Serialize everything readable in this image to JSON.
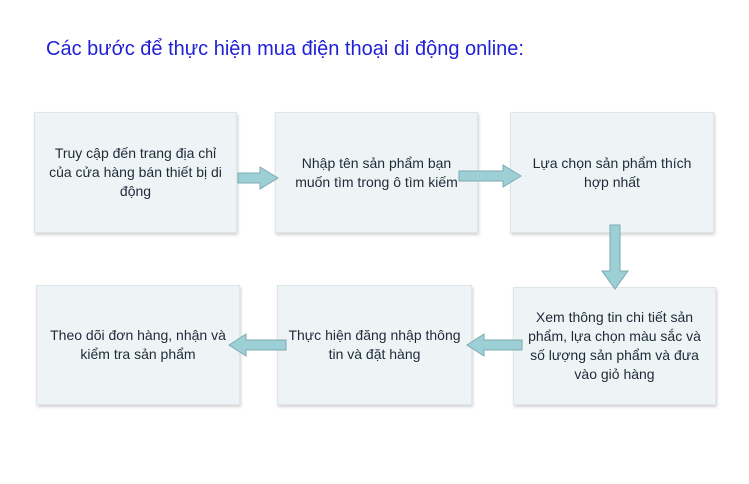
{
  "title": "Các bước để thực hiện mua điện thoại di động online:",
  "steps": [
    {
      "text": "Truy cập đến trang địa chỉ của cửa hàng bán thiết bị di động"
    },
    {
      "text": "Nhập tên sản phẩm bạn muốn tìm trong ô tìm kiếm"
    },
    {
      "text": "Lựa chọn sản phẩm thích hợp nhất"
    },
    {
      "text": "Xem thông tin chi tiết sản phẩm, lựa chọn màu sắc và số lượng sản phẩm và đưa vào giỏ hàng"
    },
    {
      "text": "Thực hiện đăng nhập thông tin và đặt hàng"
    },
    {
      "text": "Theo dõi đơn hàng, nhận và kiểm tra sản phẩm"
    }
  ],
  "colors": {
    "title": "#1f1fd6",
    "box_fill": "#eef4f6",
    "arrow_fill": "#9ccfd6",
    "text": "#1e2a38"
  }
}
